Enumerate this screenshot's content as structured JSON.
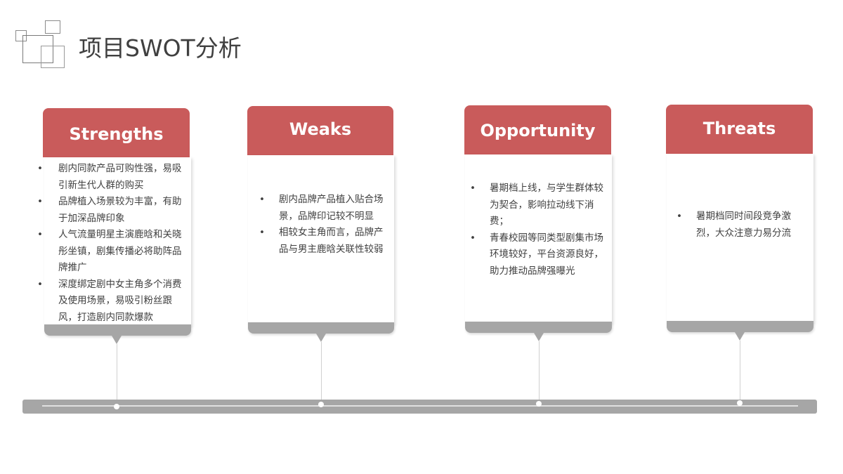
{
  "page": {
    "title": "项目SWOT分析",
    "logo_icon": "overlapping-squares-icon"
  },
  "colors": {
    "header_red": "#c95b5b",
    "footer_gray": "#a6a6a6",
    "text": "#404040"
  },
  "cards": [
    {
      "heading": "Strengths",
      "bullet": "•",
      "items": [
        "剧内同款产品可购性强，易吸引新生代人群的购买",
        "品牌植入场景较为丰富，有助于加深品牌印象",
        "人气流量明星主演鹿晗和关晓彤坐镇，剧集传播必将助阵品牌推广",
        "深度绑定剧中女主角多个消费及使用场景，易吸引粉丝跟风，打造剧内同款爆款"
      ]
    },
    {
      "heading": "Weaks",
      "bullet": "•",
      "items": [
        "剧内品牌产品植入贴合场景，品牌印记较不明显",
        "相较女主角而言，品牌产品与男主鹿晗关联性较弱"
      ]
    },
    {
      "heading": "Opportunity",
      "bullet": "•",
      "items": [
        "暑期档上线，与学生群体较为契合，影响拉动线下消费；",
        "青春校园等同类型剧集市场环境较好，平台资源良好，助力推动品牌强曝光"
      ]
    },
    {
      "heading": "Threats",
      "bullet": "•",
      "items": [
        "暑期档同时间段竞争激烈，大众注意力易分流"
      ]
    }
  ]
}
